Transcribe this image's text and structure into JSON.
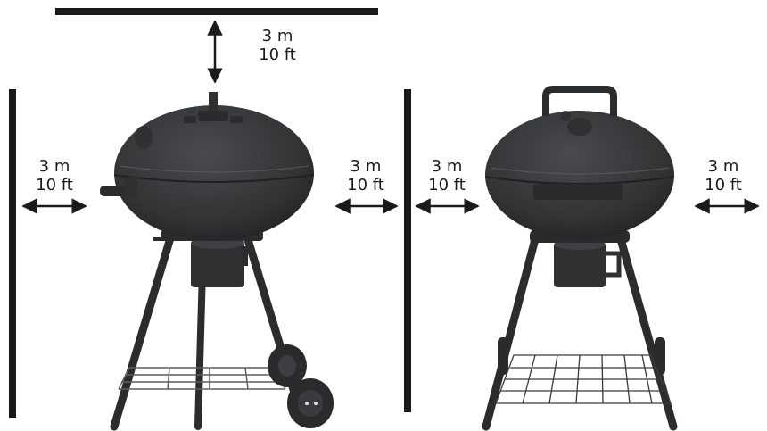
{
  "clearances": {
    "top": {
      "metric": "3 m",
      "imperial": "10 ft"
    },
    "left_1": {
      "metric": "3 m",
      "imperial": "10 ft"
    },
    "right_1": {
      "metric": "3 m",
      "imperial": "10 ft"
    },
    "left_2": {
      "metric": "3 m",
      "imperial": "10 ft"
    },
    "right_2": {
      "metric": "3 m",
      "imperial": "10 ft"
    }
  },
  "colors": {
    "ink": "#1a1a1a",
    "grill_body": "#3a3b3d",
    "grill_dark": "#232425",
    "grill_highlight": "#55575a"
  },
  "icons": [
    "double-arrow-vertical-icon",
    "double-arrow-horizontal-icon",
    "kettle-grill-side-view",
    "kettle-grill-front-view"
  ]
}
